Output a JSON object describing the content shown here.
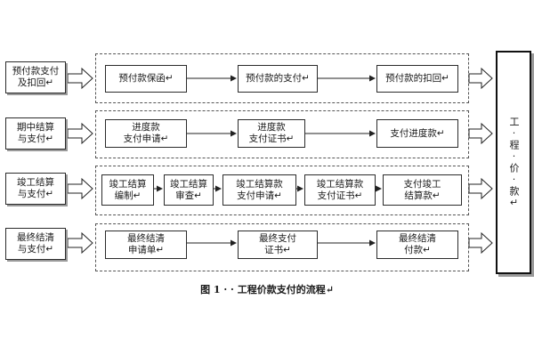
{
  "rows": [
    {
      "label": "预付款支付\n及扣回↵",
      "steps": [
        "预付款保函↵",
        "预付款的支付↵",
        "预付款的扣回↵"
      ]
    },
    {
      "label": "期中结算\n与支付↵",
      "steps": [
        "进度款\n支付申请↵",
        "进度款\n支付证书↵",
        "支付进度款↵"
      ]
    },
    {
      "label": "竣工结算\n与支付↵",
      "steps": [
        "竣工结算\n编制↵",
        "竣工结算\n审查↵",
        "竣工结算款\n支付申请↵",
        "竣工结算款\n支付证书↵",
        "支付竣工\n结算款↵"
      ]
    },
    {
      "label": "最终结清\n与支付↵",
      "steps": [
        "最终结清\n申请单↵",
        "最终支付\n证书↵",
        "最终结清\n付款↵"
      ]
    }
  ],
  "target": "工·程·价·款↵",
  "caption": "图 1 · · 工程价款支付的流程↵"
}
